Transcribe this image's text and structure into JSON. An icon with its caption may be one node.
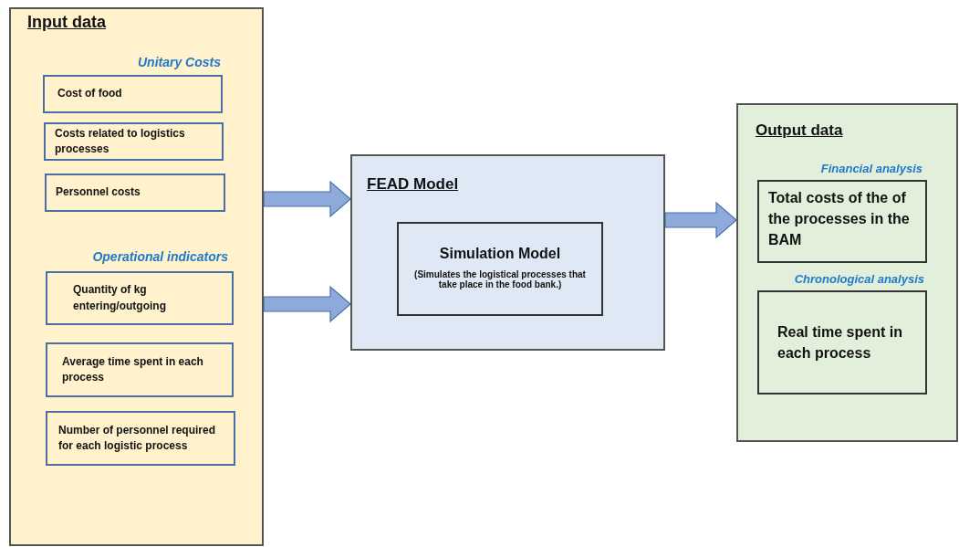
{
  "diagram": {
    "nodes": [
      {
        "text": [
          "Input data",
          "Unitary Costs",
          "Operational indicators"
        ]
      },
      {
        "text": [
          "Cost of food"
        ],
        "in": 0
      },
      {
        "text": [
          "Costs related to logistics processes"
        ],
        "in": 0
      },
      {
        "text": [
          "Personnel costs"
        ],
        "in": 0
      },
      {
        "text": [
          "Quantity of kg entering/outgoing"
        ],
        "in": 0
      },
      {
        "text": [
          "Average time spent in each process"
        ],
        "in": 0
      },
      {
        "text": [
          "Number of personnel required for each logistic process"
        ],
        "in": 0
      },
      {
        "text": [
          "FEAD Model"
        ]
      },
      {
        "text": [
          "Simulation Model",
          "(Simulates the logistical processes that take place in the food bank.)"
        ],
        "in": 7
      },
      {
        "text": [
          "Output data",
          "Financial analysis",
          "Chronological analysis"
        ]
      },
      {
        "text": [
          "Total costs of the of the processes in the BAM"
        ],
        "in": 9
      },
      {
        "text": [
          "Real time spent in each process"
        ],
        "in": 9
      }
    ],
    "edges": [
      {
        "from": 0,
        "to": 7,
        "arrow": "to"
      },
      {
        "from": 0,
        "to": 7,
        "arrow": "to"
      },
      {
        "from": 7,
        "to": 9,
        "arrow": "to"
      }
    ]
  }
}
